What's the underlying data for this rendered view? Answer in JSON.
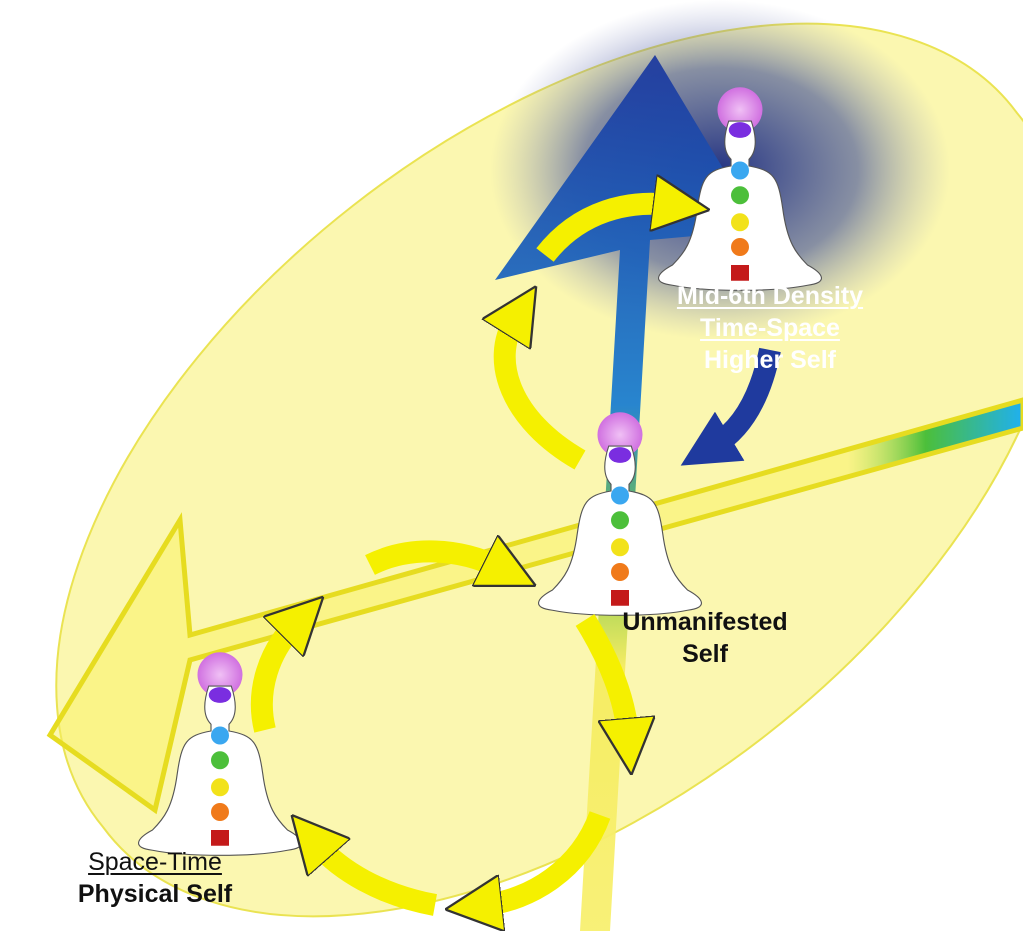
{
  "labels": {
    "higher": {
      "line1": "Mid-6th Density",
      "line2": "Time-Space",
      "line3": "Higher Self"
    },
    "unmanifested": {
      "line1": "Unmanifested",
      "line2": "Self"
    },
    "physical": {
      "line1": "Space-Time",
      "line2": "Physical Self"
    }
  },
  "colors": {
    "ellipse": "#fbf7a8",
    "yellow_arrow": "#f5f000",
    "blue_arrow": "#1f3a9e",
    "halo": "#d98ee6",
    "chakras": [
      "#7a2ee0",
      "#3aa7f0",
      "#4cbf3a",
      "#f2e21a",
      "#f07a1a",
      "#c41a1a"
    ]
  },
  "icons": [
    "meditating-figure-icon",
    "curved-arrow-icon"
  ]
}
